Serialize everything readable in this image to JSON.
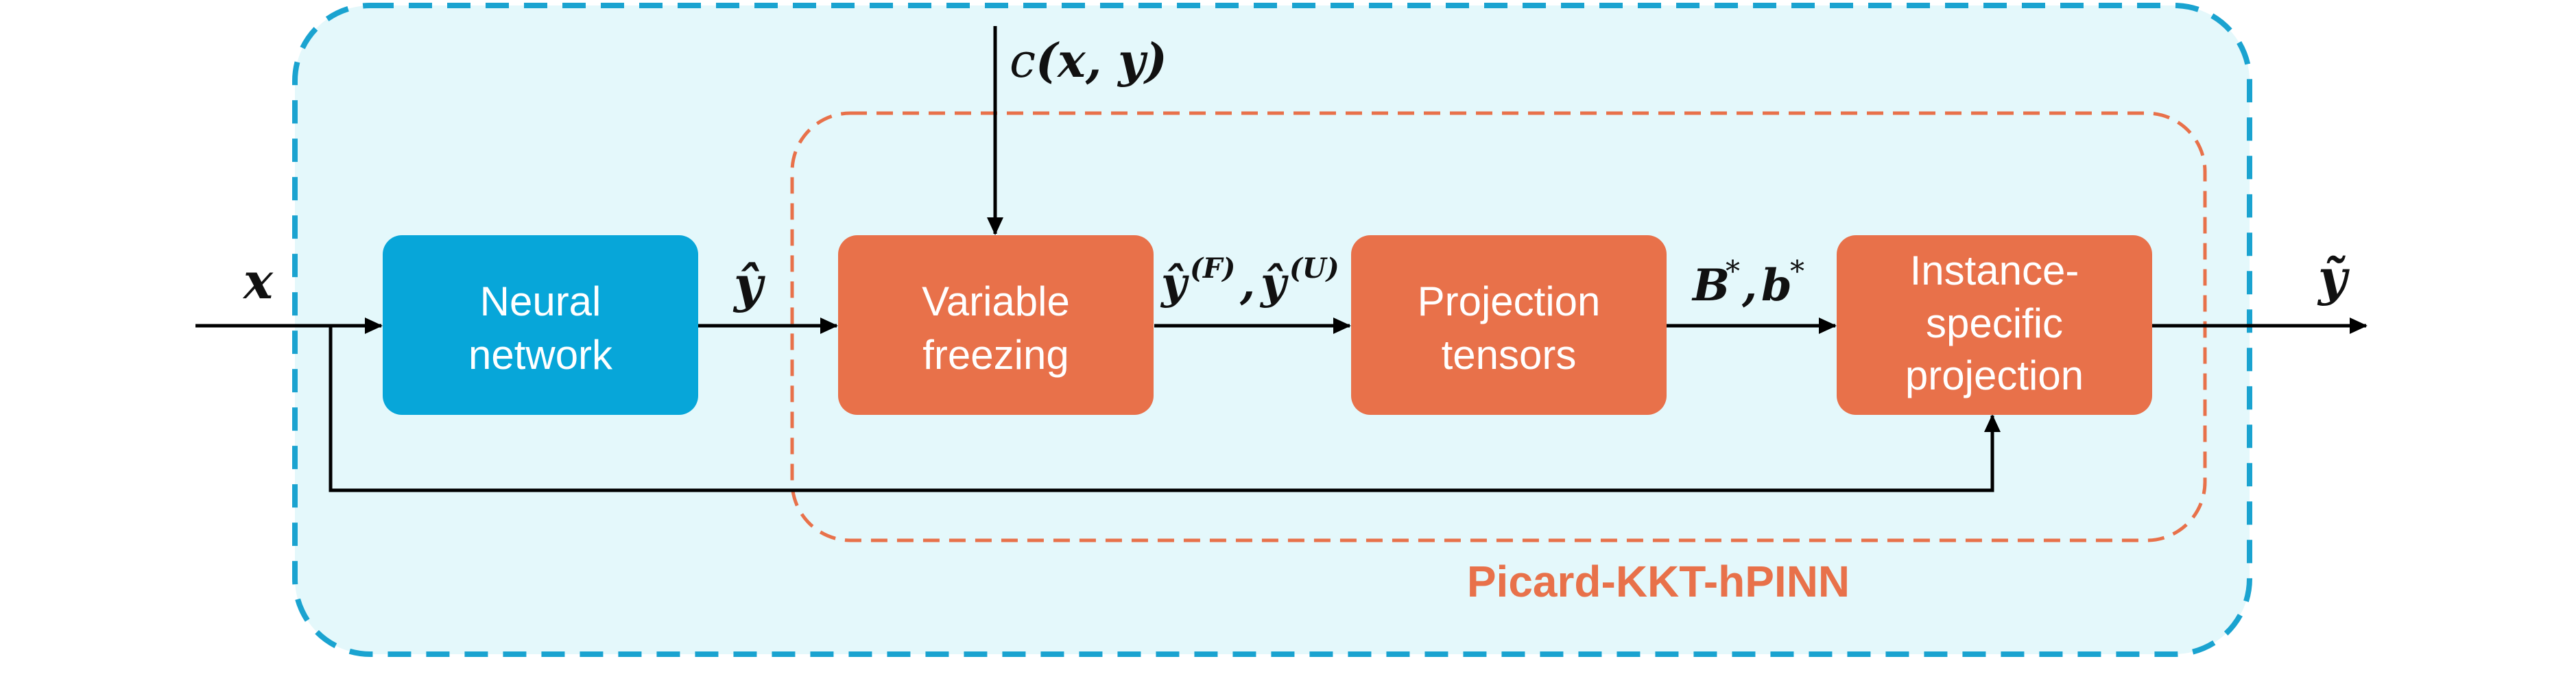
{
  "diagram": {
    "outer_region_label": "",
    "inner_region_label": "Picard-KKT-hPINN",
    "colors": {
      "outer_fill": "#e4f8fb",
      "outer_border": "#1aa3d0",
      "inner_border": "#e8714a",
      "nn_box": "#07a6d9",
      "orange_box": "#e8714a",
      "line": "#000000"
    },
    "nodes": {
      "neural_network": {
        "line1": "Neural",
        "line2": "network"
      },
      "variable_freezing": {
        "line1": "Variable",
        "line2": "freezing"
      },
      "projection_tensors": {
        "line1": "Projection",
        "line2": "tensors"
      },
      "instance_projection": {
        "line1": "Instance-",
        "line2": "specific",
        "line3": "projection"
      }
    },
    "edge_labels": {
      "input_x": "x",
      "yhat": "ŷ",
      "constraint_c": "c",
      "constraint_args": "(x, y)",
      "frozen_y": "ŷ",
      "frozen_sup_F": "(F)",
      "sep": ",",
      "unfrozen_y": "ŷ",
      "unfrozen_sup_U": "(U)",
      "B": "B",
      "star1": "*",
      "comma2": ",",
      "b": "b",
      "star2": "*",
      "output_y": "ỹ"
    }
  }
}
